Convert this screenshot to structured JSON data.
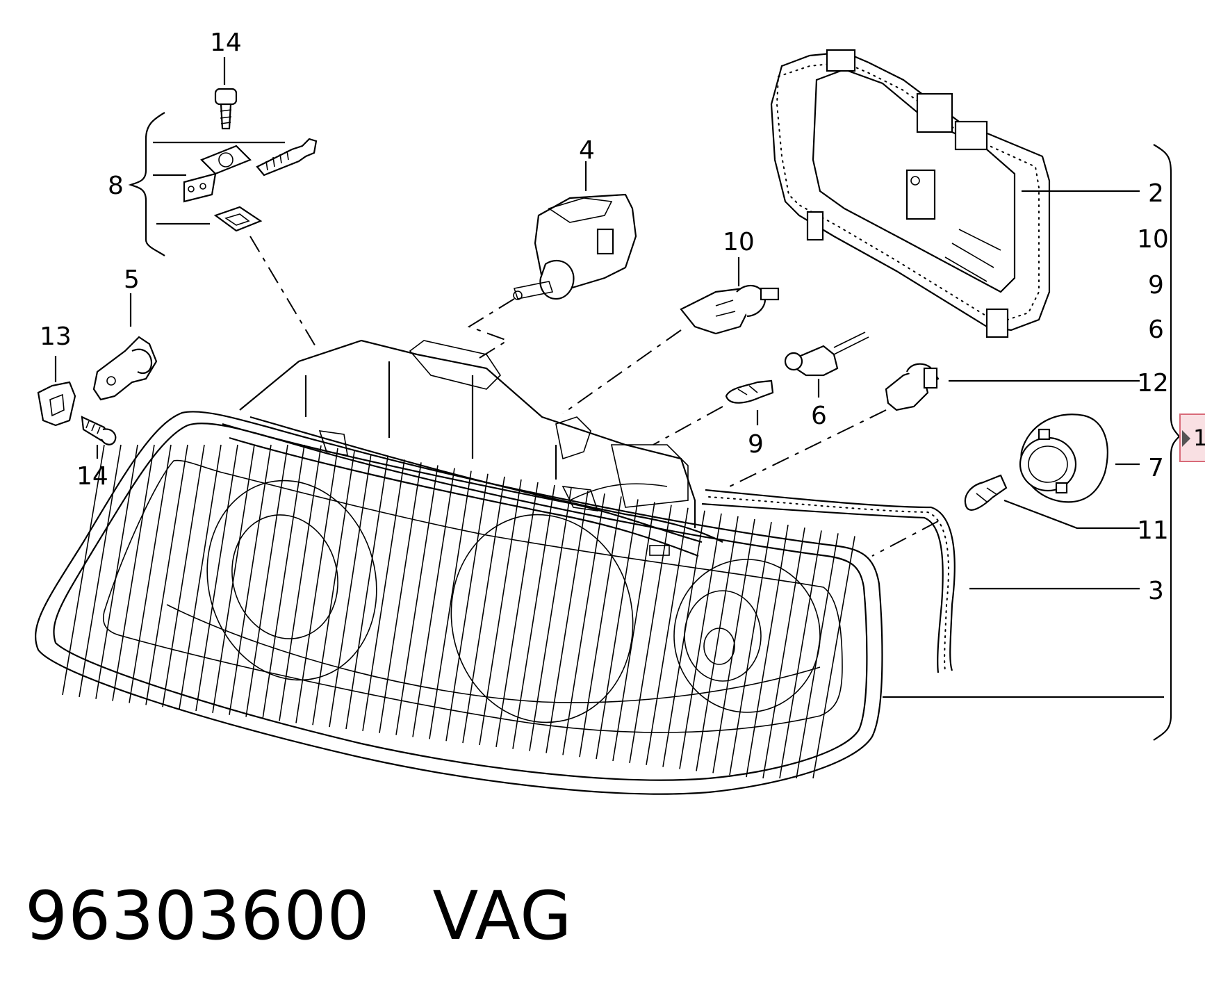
{
  "callouts": {
    "c14_top": "14",
    "c8": "8",
    "c4": "4",
    "c10_mid": "10",
    "c5": "5",
    "c13": "13",
    "c14_bottom": "14",
    "c9_mid": "9",
    "c6_mid": "6",
    "c2": "2",
    "c10_right": "10",
    "c9_right": "9",
    "c6_right": "6",
    "c12": "12",
    "c7": "7",
    "c11": "11",
    "c3": "3"
  },
  "side_tab": {
    "label": "1"
  },
  "caption": {
    "part_number": "96303600",
    "brand": "VAG"
  },
  "colors": {
    "line": "#000000",
    "tab_fill": "#f9e0e3",
    "tab_border": "#d86a78"
  }
}
